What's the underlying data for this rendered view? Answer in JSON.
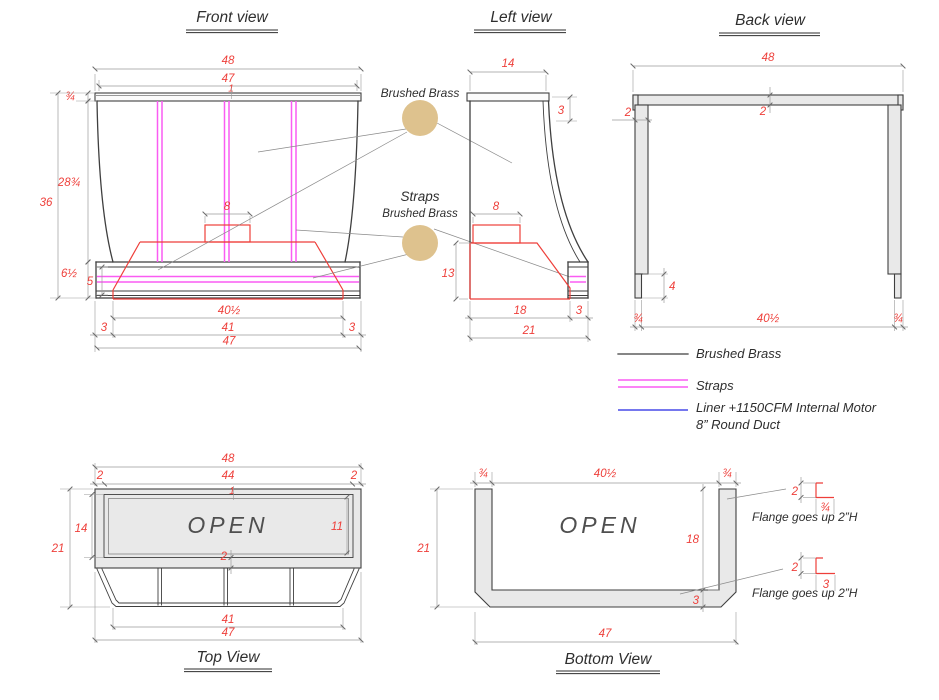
{
  "colors": {
    "dim_red": "#ee3f3a",
    "strap_magenta": "#fa5cf3",
    "liner_blue": "#7577ee",
    "callout_circle": "#dec28e",
    "steel_gray": "#e9e9e9",
    "line_dark": "#3f3f3f"
  },
  "views": {
    "front": {
      "title": "Front view",
      "dims": {
        "w48": "48",
        "w47": "47",
        "lip1": "1",
        "crown34": "¾",
        "body2834": "28¾",
        "total36": "36",
        "band612": "6½",
        "strap5": "5",
        "duct8": "8",
        "inner4012": "40½",
        "mid41": "41",
        "outer47": "47",
        "s3l": "3",
        "s3r": "3"
      }
    },
    "left": {
      "title": "Left view",
      "dims": {
        "d14": "14",
        "c3": "3",
        "duct8": "8",
        "h13": "13",
        "b18": "18",
        "b3": "3",
        "b21": "21"
      }
    },
    "back": {
      "title": "Back view",
      "dims": {
        "w48": "48",
        "band2": "2",
        "side2": "2",
        "step4": "4",
        "f34l": "¾",
        "span4012": "40½",
        "f34r": "¾"
      }
    },
    "top": {
      "title": "Top View",
      "open": "OPEN",
      "dims": {
        "w48": "48",
        "b2l": "2",
        "i44": "44",
        "b2r": "2",
        "lip1": "1",
        "t21": "21",
        "d14": "14",
        "r11": "11",
        "b2": "2",
        "w41": "41",
        "w47": "47"
      }
    },
    "bottom": {
      "title": "Bottom View",
      "open": "OPEN",
      "dims": {
        "f34l": "¾",
        "span4012": "40½",
        "f34r": "¾",
        "t21": "21",
        "d18": "18",
        "s3": "3",
        "w47": "47",
        "fl1h": "2",
        "fl1w": "¾",
        "fl2h": "2",
        "fl2w": "3"
      },
      "notes": {
        "fl1": "Flange goes up 2”H",
        "fl2": "Flange goes up 2”H"
      }
    }
  },
  "callouts": {
    "bb": "Brushed Brass",
    "straps": "Straps",
    "straps_sub": "Brushed Brass"
  },
  "legend": {
    "items": [
      {
        "label": "Brushed Brass"
      },
      {
        "label": "Straps"
      },
      {
        "label": "Liner +1150CFM Internal Motor",
        "label2": "8” Round Duct"
      }
    ]
  }
}
